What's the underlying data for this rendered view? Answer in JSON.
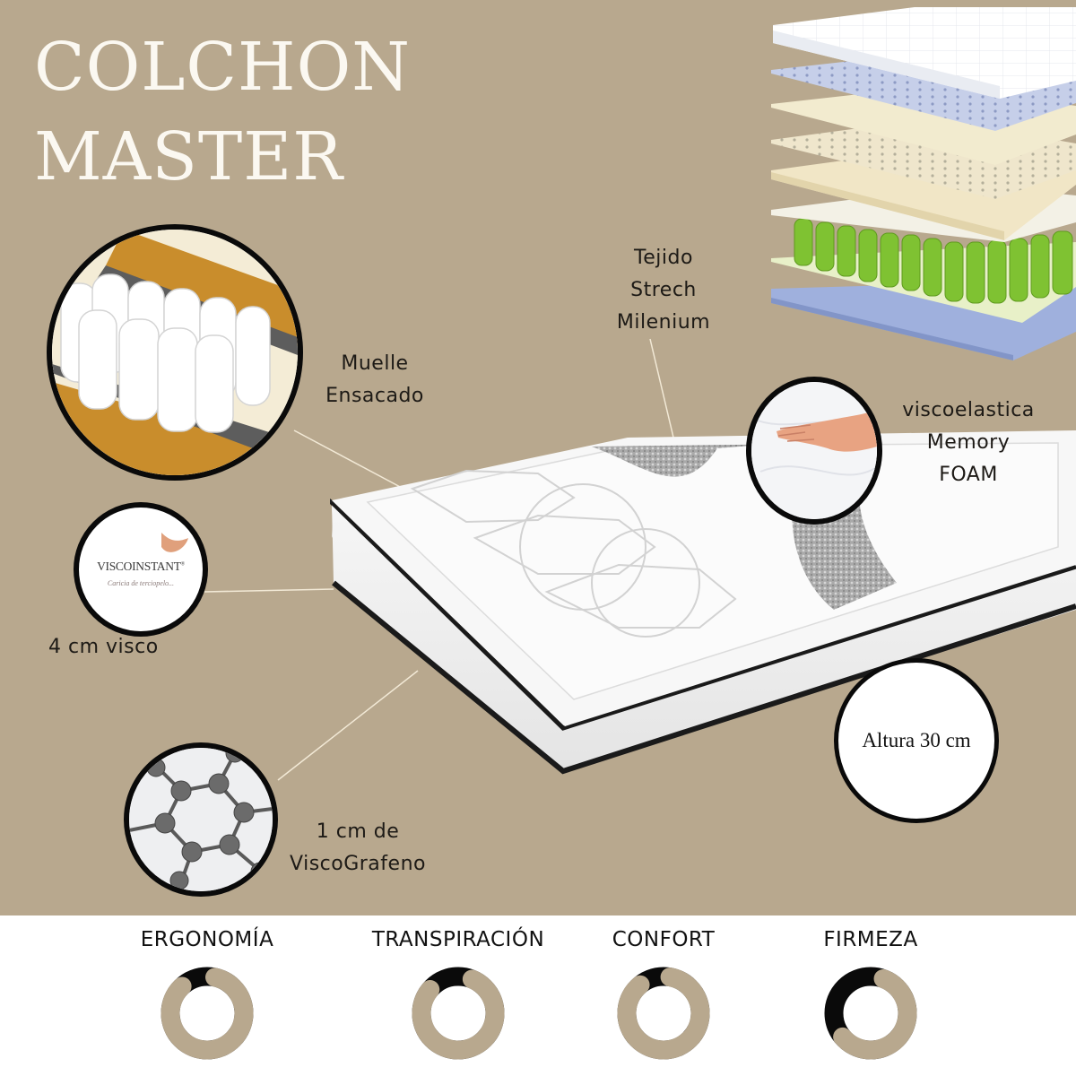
{
  "title": {
    "line1": "COLCHON",
    "line2": "MASTER"
  },
  "colors": {
    "background": "#B8A88E",
    "title_text": "#FBF8F1",
    "label_text": "#1D1A16",
    "ring_value": "#B8A88E",
    "ring_track": "#0A0A0A",
    "bottom_strip": "#FFFFFF"
  },
  "callouts": {
    "tejido": {
      "line1": "Tejido",
      "line2": "Strech",
      "line3": "Milenium"
    },
    "muelle": {
      "line1": "Muelle",
      "line2": "Ensacado"
    },
    "visco_memory": {
      "line1": "viscoelastica",
      "line2": "Memory",
      "line3": "FOAM"
    },
    "visco4": {
      "label": "4 cm visco",
      "logo_brand": "VISCOINSTANT",
      "logo_reg": "®",
      "logo_tagline": "Caricia de terciopelo..."
    },
    "grafeno": {
      "line1": "1 cm de",
      "line2": "ViscoGrafeno"
    },
    "altura": {
      "label": "Altura 30 cm"
    }
  },
  "images": {
    "layers": "exploded-mattress-layers",
    "main": "mattress-product",
    "springs": "pocket-springs-closeup",
    "memory": "hand-pressing-memory-foam",
    "graphene": "graphene-molecule"
  },
  "metrics": [
    {
      "label": "ERGONOMÍA",
      "percent": 90
    },
    {
      "label": "TRANSPIRACIÓN",
      "percent": 87
    },
    {
      "label": "CONFORT",
      "percent": 92
    },
    {
      "label": "FIRMEZA",
      "percent": 65
    }
  ]
}
